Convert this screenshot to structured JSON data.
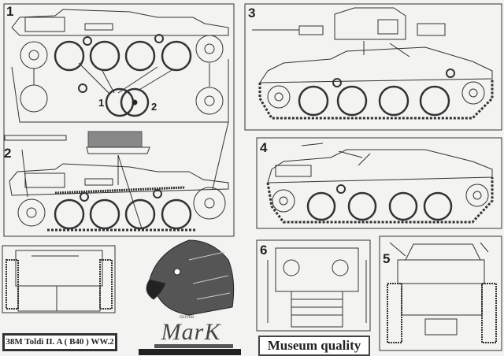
{
  "panels": [
    {
      "number": "1"
    },
    {
      "number": "2"
    },
    {
      "number": "3"
    },
    {
      "number": "4"
    },
    {
      "number": "5"
    },
    {
      "number": "6"
    }
  ],
  "callouts": {
    "wheel_a": "1",
    "wheel_b": "2"
  },
  "kit_title": "38M Toldi II. A ( B40 ) WW.2",
  "brand": {
    "name": "MarK",
    "top": "OLIVER"
  },
  "tagline": "Museum quality",
  "colors": {
    "ink": "#222222",
    "paper": "#f3f3f1"
  }
}
